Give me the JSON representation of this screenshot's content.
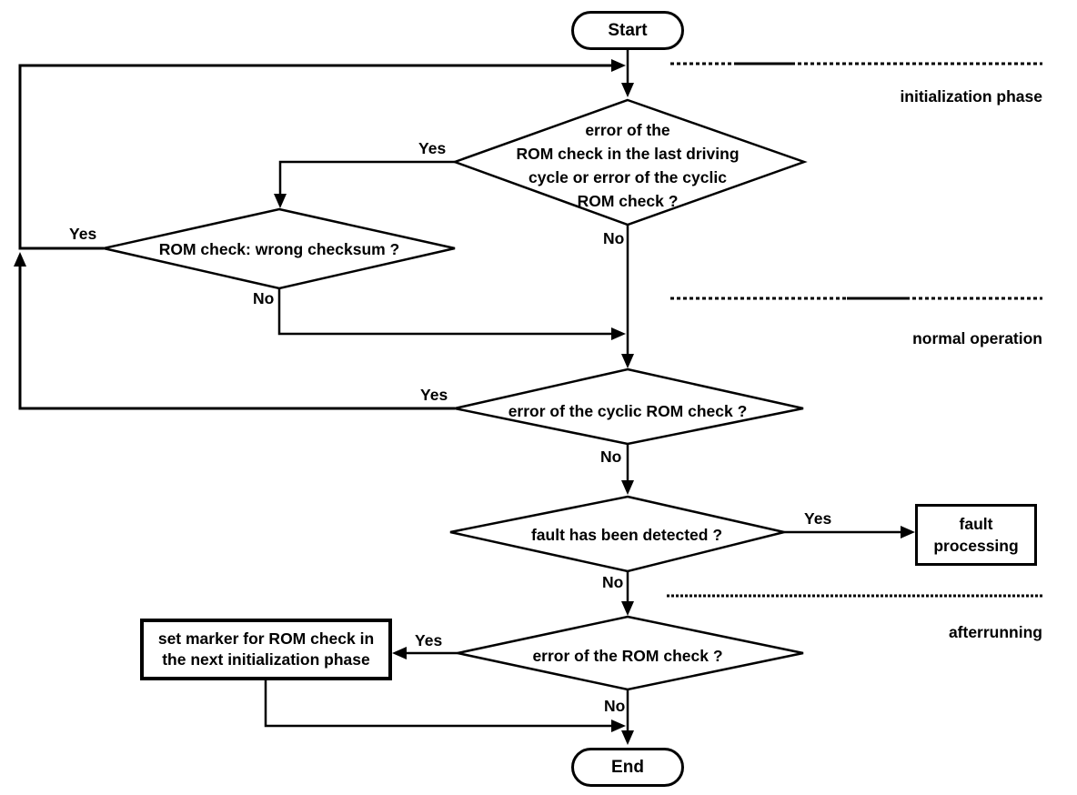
{
  "diagram": {
    "nodes": {
      "start": {
        "label": "Start"
      },
      "decision_rom_last_cycle": {
        "text": "error of the\nROM check in the last driving\ncycle or error of the cyclic\nROM check ?"
      },
      "decision_wrong_checksum": {
        "text": "ROM check: wrong checksum ?"
      },
      "decision_cyclic_rom": {
        "text": "error of the cyclic ROM check ?"
      },
      "decision_fault_detected": {
        "text": "fault has been detected ?"
      },
      "decision_rom_check_afterrun": {
        "text": "error of the ROM check ?"
      },
      "process_fault": {
        "text": "fault\nprocessing"
      },
      "process_set_marker": {
        "text": "set marker for ROM check in\nthe next initialization phase"
      },
      "end": {
        "label": "End"
      }
    },
    "edge_labels": {
      "rom_last_cycle_yes": "Yes",
      "rom_last_cycle_no": "No",
      "wrong_checksum_yes": "Yes",
      "wrong_checksum_no": "No",
      "cyclic_rom_yes": "Yes",
      "cyclic_rom_no": "No",
      "fault_detected_yes": "Yes",
      "fault_detected_no": "No",
      "rom_check_afterrun_yes": "Yes",
      "rom_check_afterrun_no": "No"
    },
    "phases": {
      "initialization": "initialization phase",
      "normal": "normal operation",
      "afterrunning": "afterrunning"
    }
  },
  "colors": {
    "line": "#000000",
    "text": "#000000",
    "background": "#ffffff"
  }
}
